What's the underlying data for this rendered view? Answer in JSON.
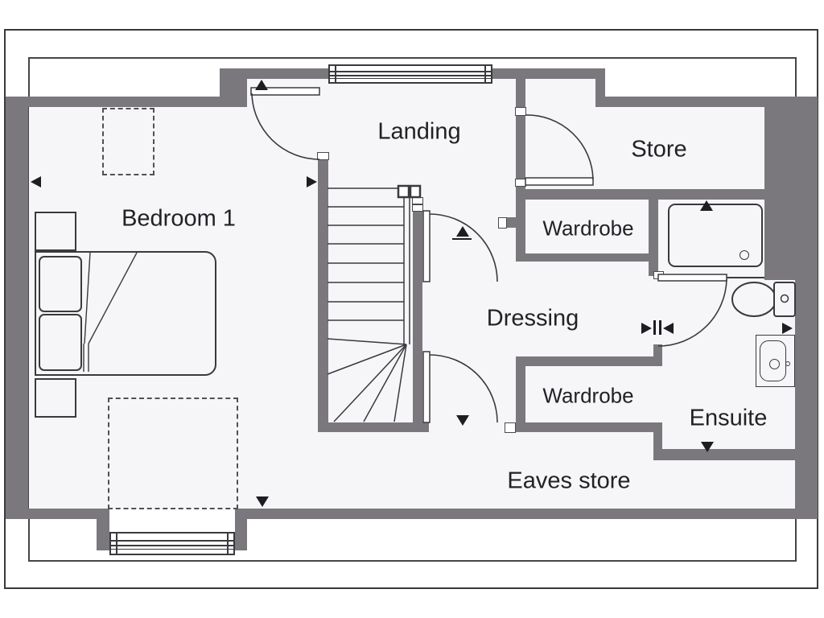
{
  "plan": {
    "type": "floor-plan",
    "rooms": [
      {
        "id": "landing",
        "label": "Landing"
      },
      {
        "id": "store",
        "label": "Store"
      },
      {
        "id": "bedroom-1",
        "label": "Bedroom 1"
      },
      {
        "id": "wardrobe-upper",
        "label": "Wardrobe"
      },
      {
        "id": "dressing",
        "label": "Dressing"
      },
      {
        "id": "wardrobe-lower",
        "label": "Wardrobe"
      },
      {
        "id": "ensuite",
        "label": "Ensuite"
      },
      {
        "id": "eaves-store",
        "label": "Eaves store"
      }
    ],
    "fixtures": [
      "double-bed",
      "pillow",
      "bedside-table",
      "staircase",
      "window",
      "shower-tray",
      "toilet",
      "wash-basin",
      "door-swing"
    ],
    "markers": [
      "eaves-arrow-left-bedroom",
      "eaves-arrow-right-bedroom",
      "eaves-arrow-up-bedroom-door",
      "eaves-arrow-up-dressing",
      "eaves-arrow-up-shower",
      "eaves-arrow-pair-dressing-ensuite",
      "eaves-arrow-right-ensuite",
      "eaves-arrow-down-dressing",
      "eaves-arrow-down-ensuite",
      "eaves-arrow-down-bedroom"
    ],
    "colors": {
      "wall": "#7a787c",
      "floor": "#f6f5f8",
      "line": "#3a3a3e",
      "marker": "#1e1d21",
      "background": "#ffffff"
    }
  }
}
